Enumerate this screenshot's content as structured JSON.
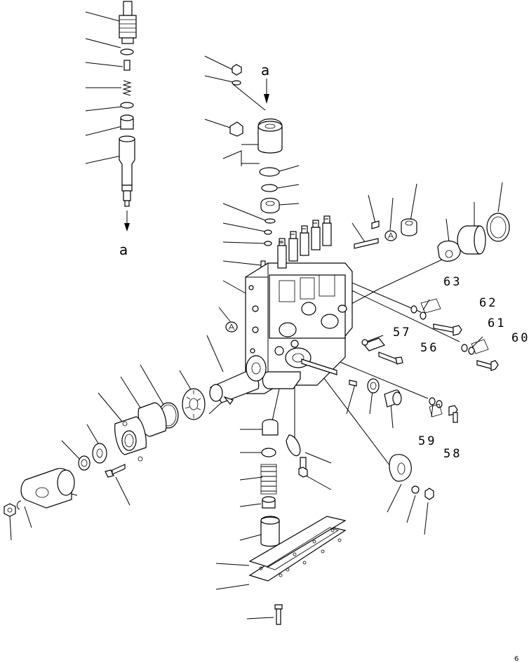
{
  "diagram": {
    "view_markers": [
      "a",
      "a"
    ],
    "part_numbers": [
      "63",
      "62",
      "61",
      "60",
      "57",
      "56",
      "59",
      "58"
    ],
    "page_number": "6"
  }
}
